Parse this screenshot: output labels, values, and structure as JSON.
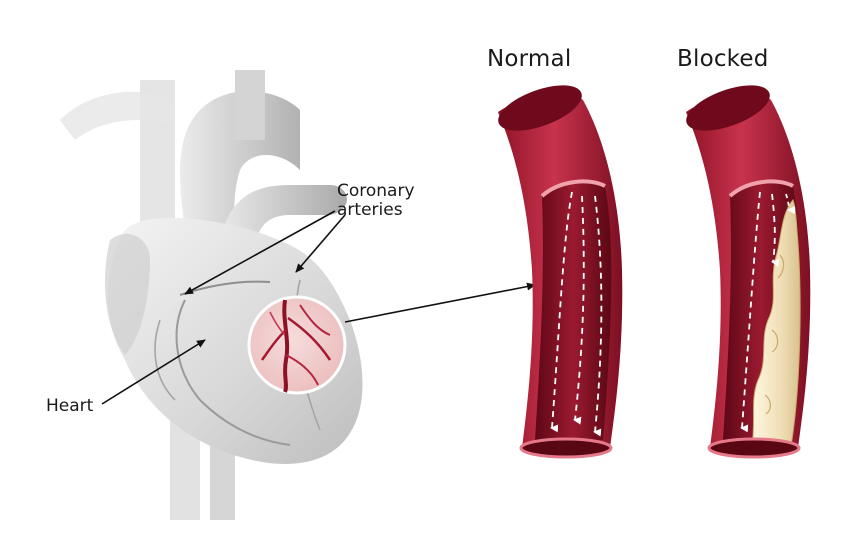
{
  "titles": {
    "normal": "Normal",
    "blocked": "Blocked"
  },
  "labels": {
    "coronary_line1": "Coronary",
    "coronary_line2": "arteries",
    "heart": "Heart"
  },
  "colors": {
    "artery_dark": "#7a0f22",
    "artery_mid": "#b5213a",
    "artery_light": "#e06b7d",
    "plaque": "#f3e4bf",
    "heart_gray": "#d9d9d9"
  }
}
